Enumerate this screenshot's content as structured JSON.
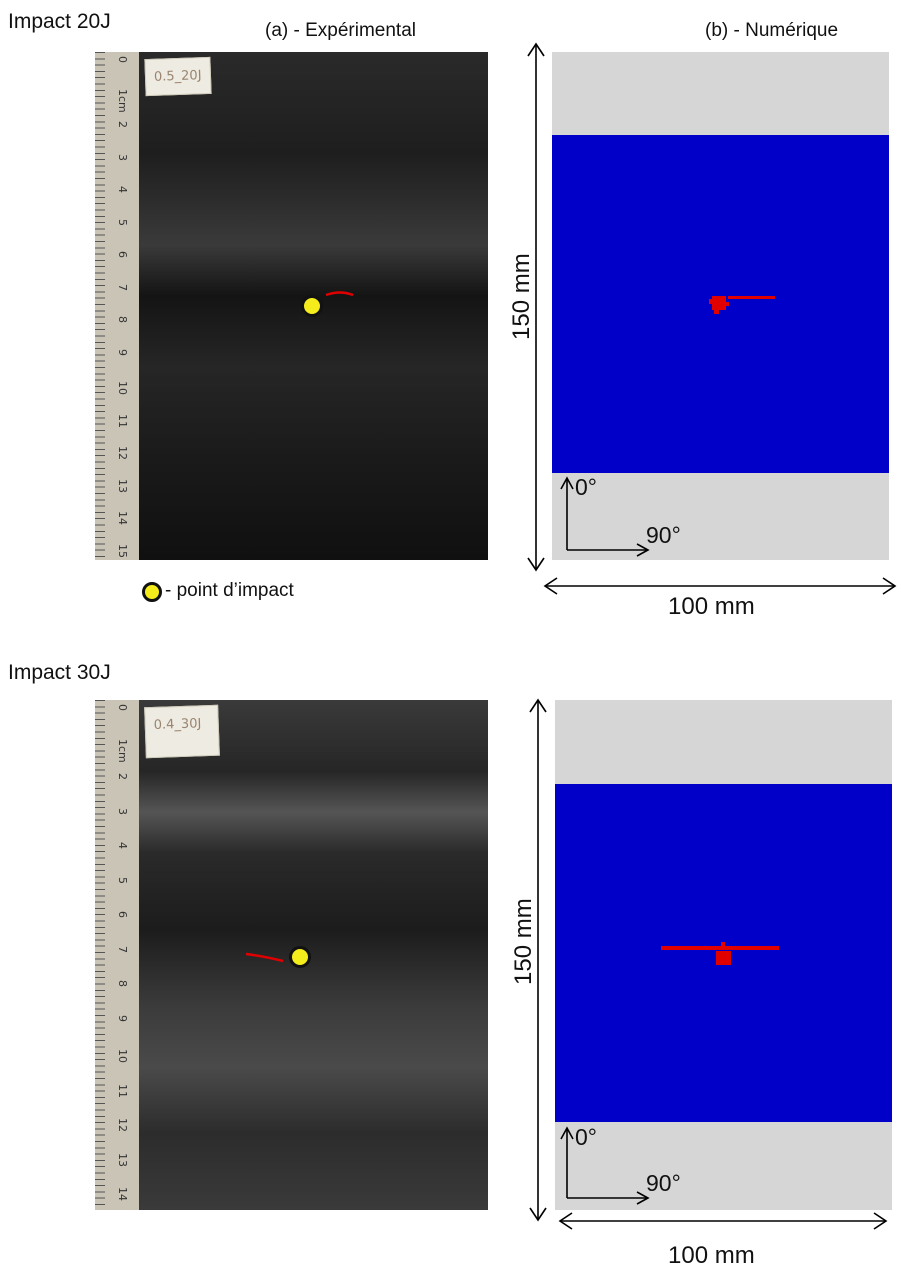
{
  "section_top": {
    "title": "Impact 20J",
    "exp_label": "(a) - Expérimental",
    "num_label": "(b) - Numérique",
    "sample_note": "0.5_20J",
    "height_label": "150 mm",
    "width_label": "100 mm",
    "angle_0": "0°",
    "angle_90": "90°",
    "legend_text": "- point d’impact"
  },
  "section_bottom": {
    "title": "Impact 30J",
    "sample_note": "0.4_30J",
    "height_label": "150 mm",
    "width_label": "100 mm",
    "angle_0": "0°",
    "angle_90": "90°"
  },
  "ruler_top": [
    "0",
    "1cm",
    "2",
    "3",
    "4",
    "5",
    "6",
    "7",
    "8",
    "9",
    "10",
    "11",
    "12",
    "13",
    "14",
    "15"
  ],
  "ruler_bottom": [
    "0",
    "1cm",
    "2",
    "3",
    "4",
    "5",
    "6",
    "7",
    "8",
    "9",
    "10",
    "11",
    "12",
    "13",
    "14"
  ],
  "colors": {
    "impact_point": "#f5ec1c",
    "damage": "#e00000",
    "numerical_plate": "#0000c8",
    "numerical_background": "#d6d6d6"
  }
}
